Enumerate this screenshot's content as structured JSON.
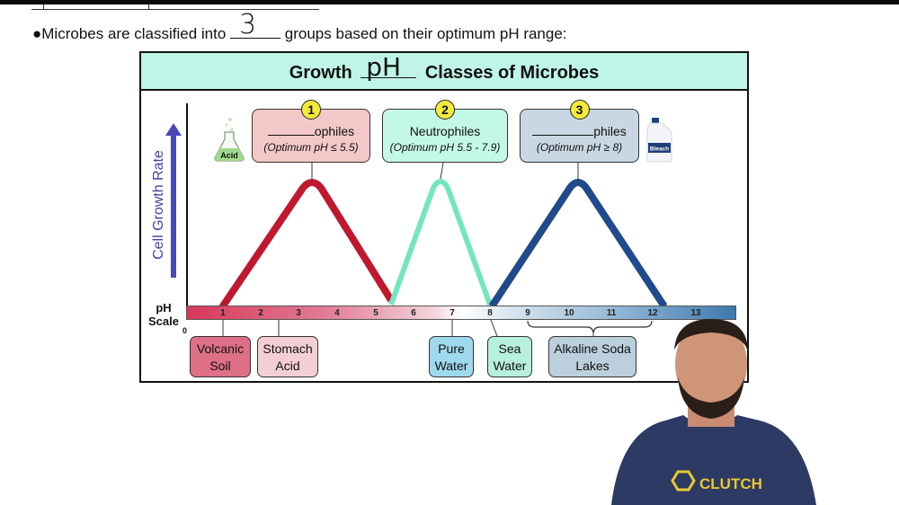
{
  "intro": {
    "prefix": "●Microbes are classified into",
    "handwritten_answer": "3",
    "suffix": "groups based on their optimum pH range:"
  },
  "figure": {
    "title_prefix": "Growth",
    "title_handwritten": "pH",
    "title_suffix": "Classes of Microbes",
    "y_axis_label": "Cell Growth Rate",
    "ph_scale_label_line1": "pH",
    "ph_scale_label_line2": "Scale",
    "scale_zero": "0",
    "scale_ticks": [
      "1",
      "2",
      "3",
      "4",
      "5",
      "6",
      "7",
      "8",
      "9",
      "10",
      "11",
      "12",
      "13"
    ],
    "classes": [
      {
        "number": "1",
        "name_suffix": "ophiles",
        "range": "(Optimum pH ≤ 5.5)",
        "color": "#f4c8c9",
        "curve_color": "#c0182e"
      },
      {
        "number": "2",
        "name": "Neutrophiles",
        "range": "(Optimum pH 5.5 - 7.9)",
        "color": "#c3f7e6",
        "curve_color": "#74e6bf"
      },
      {
        "number": "3",
        "name_suffix": "philes",
        "range": "(Optimum pH ≥ 8)",
        "color": "#c8d7e3",
        "curve_color": "#1f4a8c"
      }
    ],
    "icons": {
      "flask_label": "Acid",
      "bleach_label": "Bleach"
    },
    "examples": [
      {
        "line1": "Volcanic",
        "line2": "Soil",
        "ph": "1",
        "color": "#dd6f86"
      },
      {
        "line1": "Stomach",
        "line2": "Acid",
        "ph": "2",
        "color": "#f3cfd4"
      },
      {
        "line1": "Pure",
        "line2": "Water",
        "ph": "7",
        "color": "#9fd9ee"
      },
      {
        "line1": "Sea",
        "line2": "Water",
        "ph": "8",
        "color": "#b7f0dc"
      },
      {
        "line1": "Alkaline Soda",
        "line2": "Lakes",
        "ph": "9-12",
        "color": "#bccfdd"
      }
    ]
  },
  "presenter": {
    "shirt_text": "CLUTCH"
  }
}
